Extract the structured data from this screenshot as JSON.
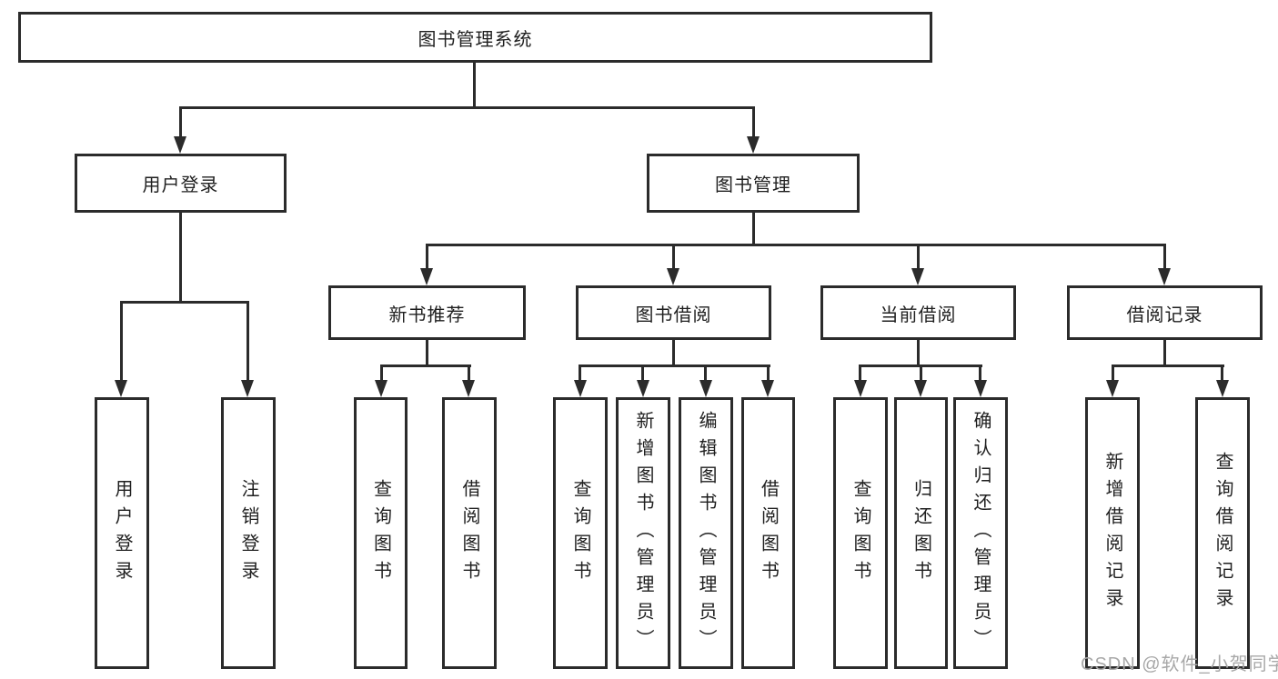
{
  "tree": {
    "label": "图书管理系统",
    "children": [
      {
        "label": "用户登录",
        "children": [
          {
            "label": "用户登录"
          },
          {
            "label": "注销登录"
          }
        ]
      },
      {
        "label": "图书管理",
        "children": [
          {
            "label": "新书推荐",
            "children": [
              {
                "label": "查询图书"
              },
              {
                "label": "借阅图书"
              }
            ]
          },
          {
            "label": "图书借阅",
            "children": [
              {
                "label": "查询图书"
              },
              {
                "label": "新增图书（管理员）"
              },
              {
                "label": "编辑图书（管理员）"
              },
              {
                "label": "借阅图书"
              }
            ]
          },
          {
            "label": "当前借阅",
            "children": [
              {
                "label": "查询图书"
              },
              {
                "label": "归还图书"
              },
              {
                "label": "确认归还（管理员）"
              }
            ]
          },
          {
            "label": "借阅记录",
            "children": [
              {
                "label": "新增借阅记录"
              },
              {
                "label": "查询借阅记录"
              }
            ]
          }
        ]
      }
    ]
  },
  "watermark": {
    "text": "CSDN @软件_小贺同学"
  },
  "colors": {
    "line": "#2b2b2b",
    "text": "#1f1f1f",
    "box_bg": "#ffffff",
    "watermark": "#a8a8a8",
    "background": "#ffffff"
  }
}
